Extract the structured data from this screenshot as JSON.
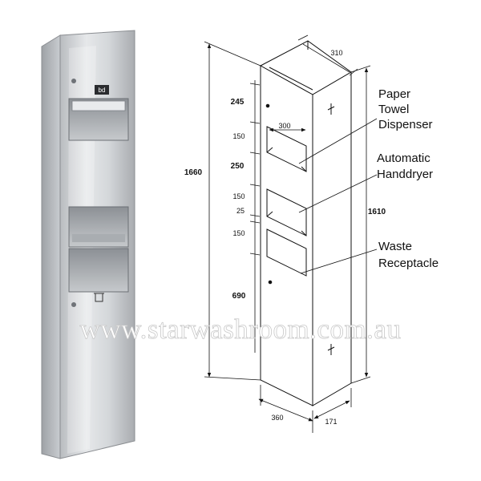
{
  "diagram": {
    "labels": {
      "paper_towel_dispenser": [
        "Paper",
        "Towel",
        "Dispenser"
      ],
      "automatic_handdryer": [
        "Automatic",
        "Handdryer"
      ],
      "waste_receptacle": [
        "Waste",
        "Receptacle"
      ]
    },
    "dimensions": {
      "total_height": "1660",
      "depth_height": "1610",
      "top_width": "310",
      "opening_width": "300",
      "front_width": "360",
      "side_depth": "171",
      "segments": [
        "245",
        "150",
        "250",
        "150",
        "25",
        "150",
        "690"
      ]
    },
    "badge_text": "bd",
    "watermark": "www.starwashroom.com.au"
  }
}
